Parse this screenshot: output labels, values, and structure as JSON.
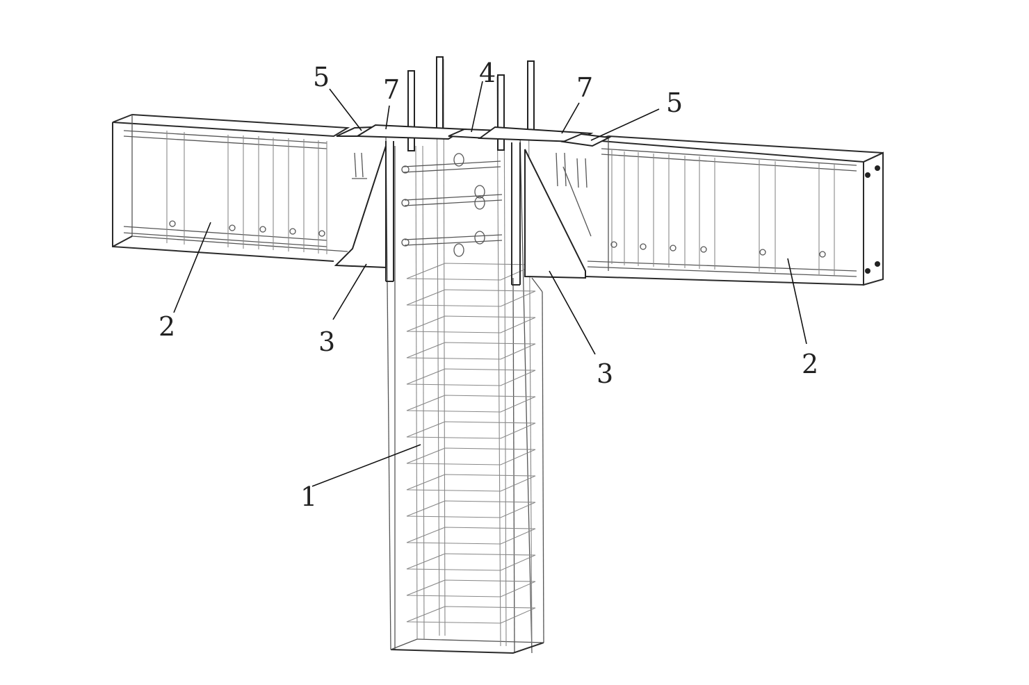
{
  "callouts": [
    {
      "id": "column",
      "label": "1"
    },
    {
      "id": "left-beam",
      "label": "2"
    },
    {
      "id": "right-beam",
      "label": "2"
    },
    {
      "id": "left-bracket",
      "label": "3"
    },
    {
      "id": "right-bracket",
      "label": "3"
    },
    {
      "id": "center-plate",
      "label": "4"
    },
    {
      "id": "left-top-plate",
      "label": "5"
    },
    {
      "id": "right-top-plate",
      "label": "5"
    },
    {
      "id": "left-connector",
      "label": "7"
    },
    {
      "id": "right-connector",
      "label": "7"
    }
  ]
}
